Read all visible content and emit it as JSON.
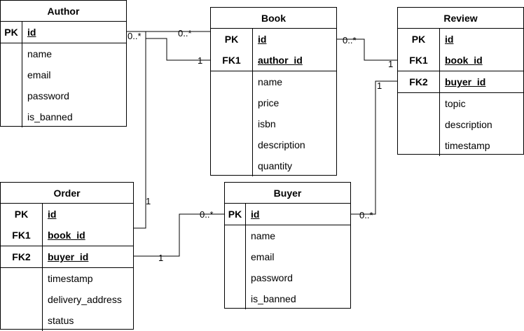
{
  "entities": {
    "author": {
      "title": "Author",
      "key_rows": [
        {
          "key": "PK",
          "name": "id"
        }
      ],
      "fields": [
        "name",
        "email",
        "password",
        "is_banned"
      ]
    },
    "book": {
      "title": "Book",
      "key_rows": [
        {
          "key": "PK",
          "name": "id"
        },
        {
          "key": "FK1",
          "name": "author_id"
        }
      ],
      "fields": [
        "name",
        "price",
        "isbn",
        "description",
        "quantity"
      ]
    },
    "review": {
      "title": "Review",
      "key_rows_1": [
        {
          "key": "PK",
          "name": "id"
        },
        {
          "key": "FK1",
          "name": "book_id"
        }
      ],
      "key_rows_2": [
        {
          "key": "FK2",
          "name": "buyer_id"
        }
      ],
      "fields": [
        "topic",
        "description",
        "timestamp"
      ]
    },
    "order": {
      "title": "Order",
      "key_rows_1": [
        {
          "key": "PK",
          "name": "id"
        },
        {
          "key": "FK1",
          "name": "book_id"
        }
      ],
      "key_rows_2": [
        {
          "key": "FK2",
          "name": "buyer_id"
        }
      ],
      "fields": [
        "timestamp",
        "delivery_address",
        "status"
      ]
    },
    "buyer": {
      "title": "Buyer",
      "key_rows": [
        {
          "key": "PK",
          "name": "id"
        }
      ],
      "fields": [
        "name",
        "email",
        "password",
        "is_banned"
      ]
    }
  },
  "cardinalities": {
    "author_book_author": "0..*",
    "author_book_book_many": "0..*",
    "author_book_book_one": "1",
    "book_review_many": "0..*",
    "book_review_one": "1",
    "review_buyer_one": "1",
    "review_buyer_many": "0..*",
    "order_book_one": "1",
    "order_buyer_one": "1",
    "order_buyer_many": "0..*"
  }
}
